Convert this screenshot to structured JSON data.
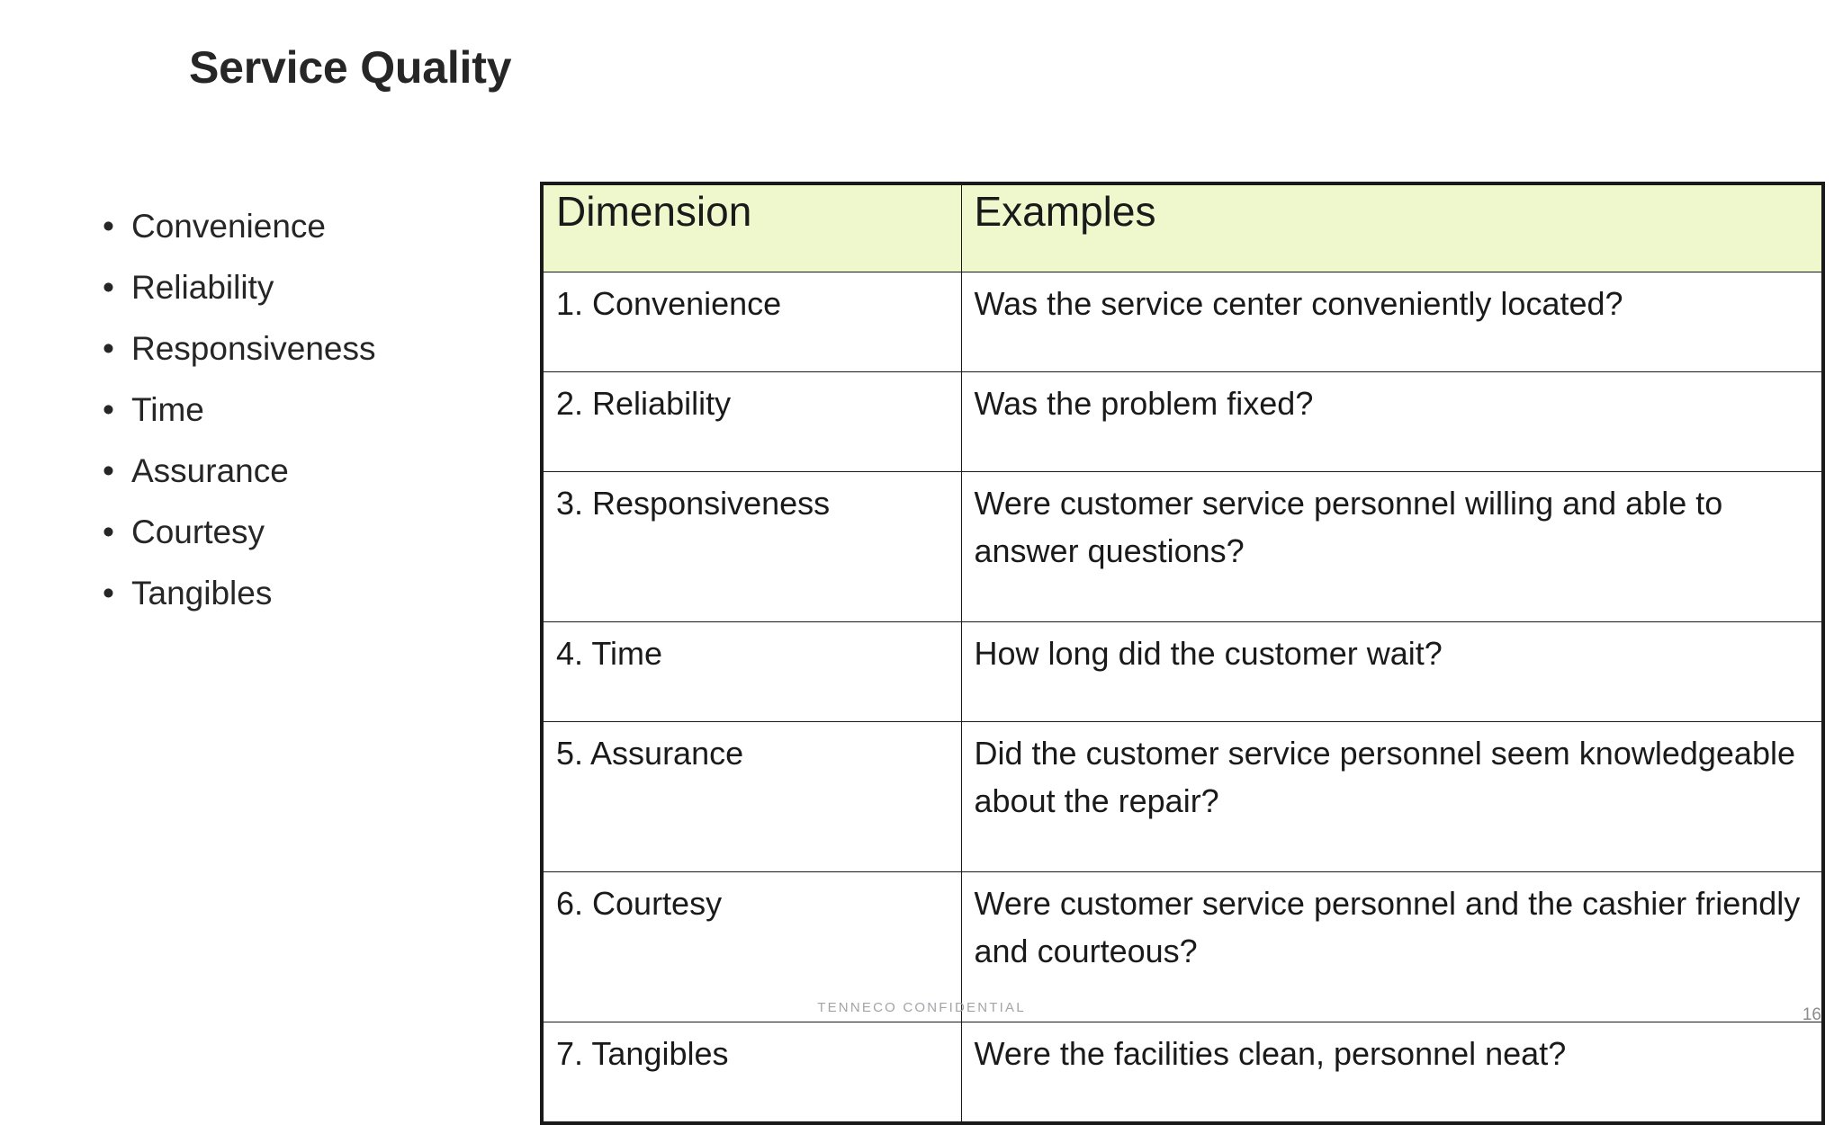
{
  "slide": {
    "title": "Service Quality",
    "footer_note": "TENNECO CONFIDENTIAL",
    "page_number": "16",
    "header_fill": "#EEF8CC",
    "text_color": "#1A1A1A",
    "footer_color": "#A6A2A8"
  },
  "bullets": {
    "marker": "•",
    "items": [
      {
        "label": "Convenience"
      },
      {
        "label": "Reliability"
      },
      {
        "label": "Responsiveness"
      },
      {
        "label": "Time"
      },
      {
        "label": "Assurance"
      },
      {
        "label": "Courtesy"
      },
      {
        "label": "Tangibles"
      }
    ]
  },
  "table": {
    "headers": {
      "dimension": "Dimension",
      "examples": "Examples"
    },
    "rows": [
      {
        "dimension": "1. Convenience",
        "example": "Was the service center conveniently located?",
        "tall": false
      },
      {
        "dimension": "2. Reliability",
        "example": "Was the problem fixed?",
        "tall": false
      },
      {
        "dimension": "3. Responsiveness",
        "example": "Were customer service personnel willing and able to answer questions?",
        "tall": true
      },
      {
        "dimension": "4. Time",
        "example": "How long did the customer wait?",
        "tall": false
      },
      {
        "dimension": "5. Assurance",
        "example": "Did the customer service personnel seem knowledgeable about the repair?",
        "tall": true
      },
      {
        "dimension": "6. Courtesy",
        "example": "Were customer service personnel and the cashier friendly and courteous?",
        "tall": true
      },
      {
        "dimension": "7. Tangibles",
        "example": "Were the facilities clean, personnel neat?",
        "tall": false
      }
    ]
  }
}
